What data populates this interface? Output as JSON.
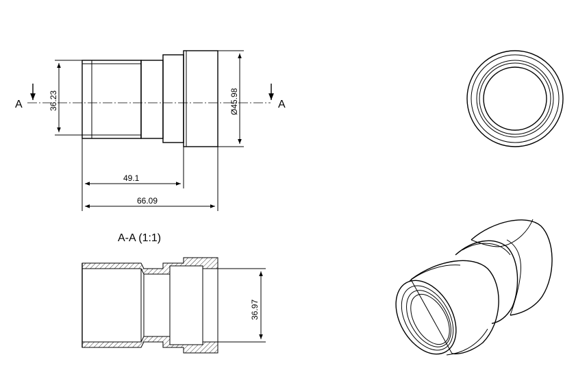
{
  "section_marker": {
    "left": "A",
    "right": "A"
  },
  "dimensions": {
    "bore_diameter": "36.23",
    "outer_diameter": "Ø45.98",
    "length_short": "49.1",
    "length_total": "66.09",
    "section_inner_diameter": "36.97"
  },
  "section_view": {
    "title": "A-A (1:1)"
  }
}
